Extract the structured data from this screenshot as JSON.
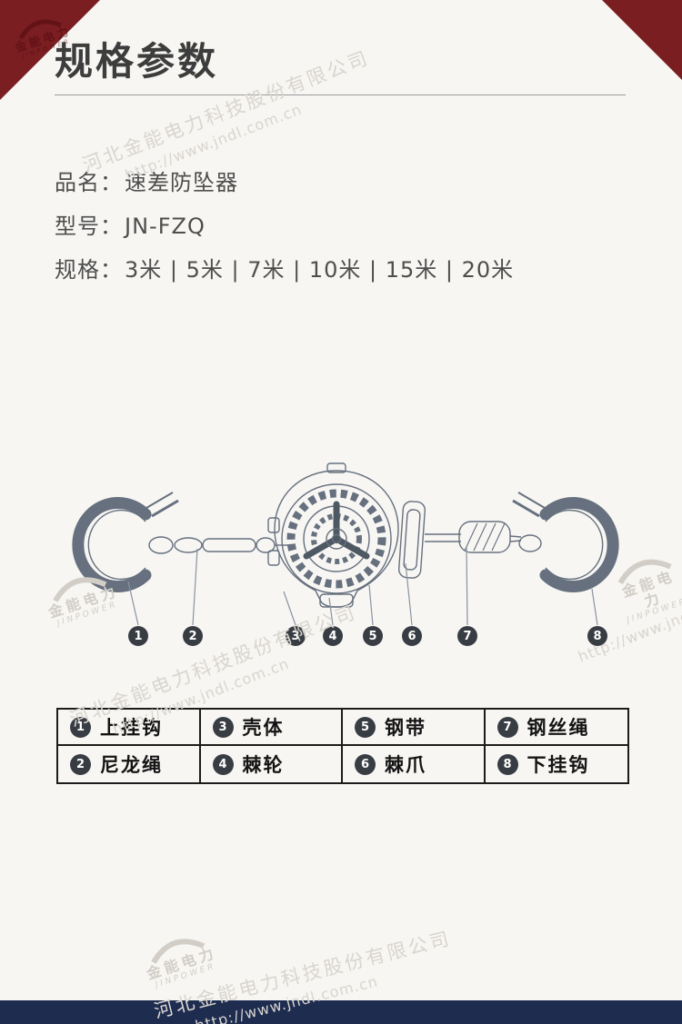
{
  "header": {
    "title": "规格参数"
  },
  "product": {
    "name_label": "品名：",
    "name_value": "速差防坠器",
    "model_label": "型号：",
    "model_value": "JN-FZQ",
    "spec_label": "规格：",
    "spec_value": "3米 | 5米 | 7米 | 10米 | 15米 | 20米"
  },
  "diagram": {
    "callouts": [
      "1",
      "2",
      "3",
      "4",
      "5",
      "6",
      "7",
      "8"
    ]
  },
  "parts": {
    "cells": [
      {
        "num": "1",
        "label": "上挂钩"
      },
      {
        "num": "3",
        "label": "壳体"
      },
      {
        "num": "5",
        "label": "钢带"
      },
      {
        "num": "7",
        "label": "钢丝绳"
      },
      {
        "num": "2",
        "label": "尼龙绳"
      },
      {
        "num": "4",
        "label": "棘轮"
      },
      {
        "num": "6",
        "label": "棘爪"
      },
      {
        "num": "8",
        "label": "下挂钩"
      }
    ]
  },
  "watermark": {
    "company": "河北金能电力科技股份有限公司",
    "url": "http://www.jndl.com.cn",
    "logo_cn": "金能电力",
    "logo_en": "JINPOWER"
  },
  "colors": {
    "corner_red": "#7a1e22",
    "footer_navy": "#1e2c50",
    "badge_dark": "#383d44"
  }
}
